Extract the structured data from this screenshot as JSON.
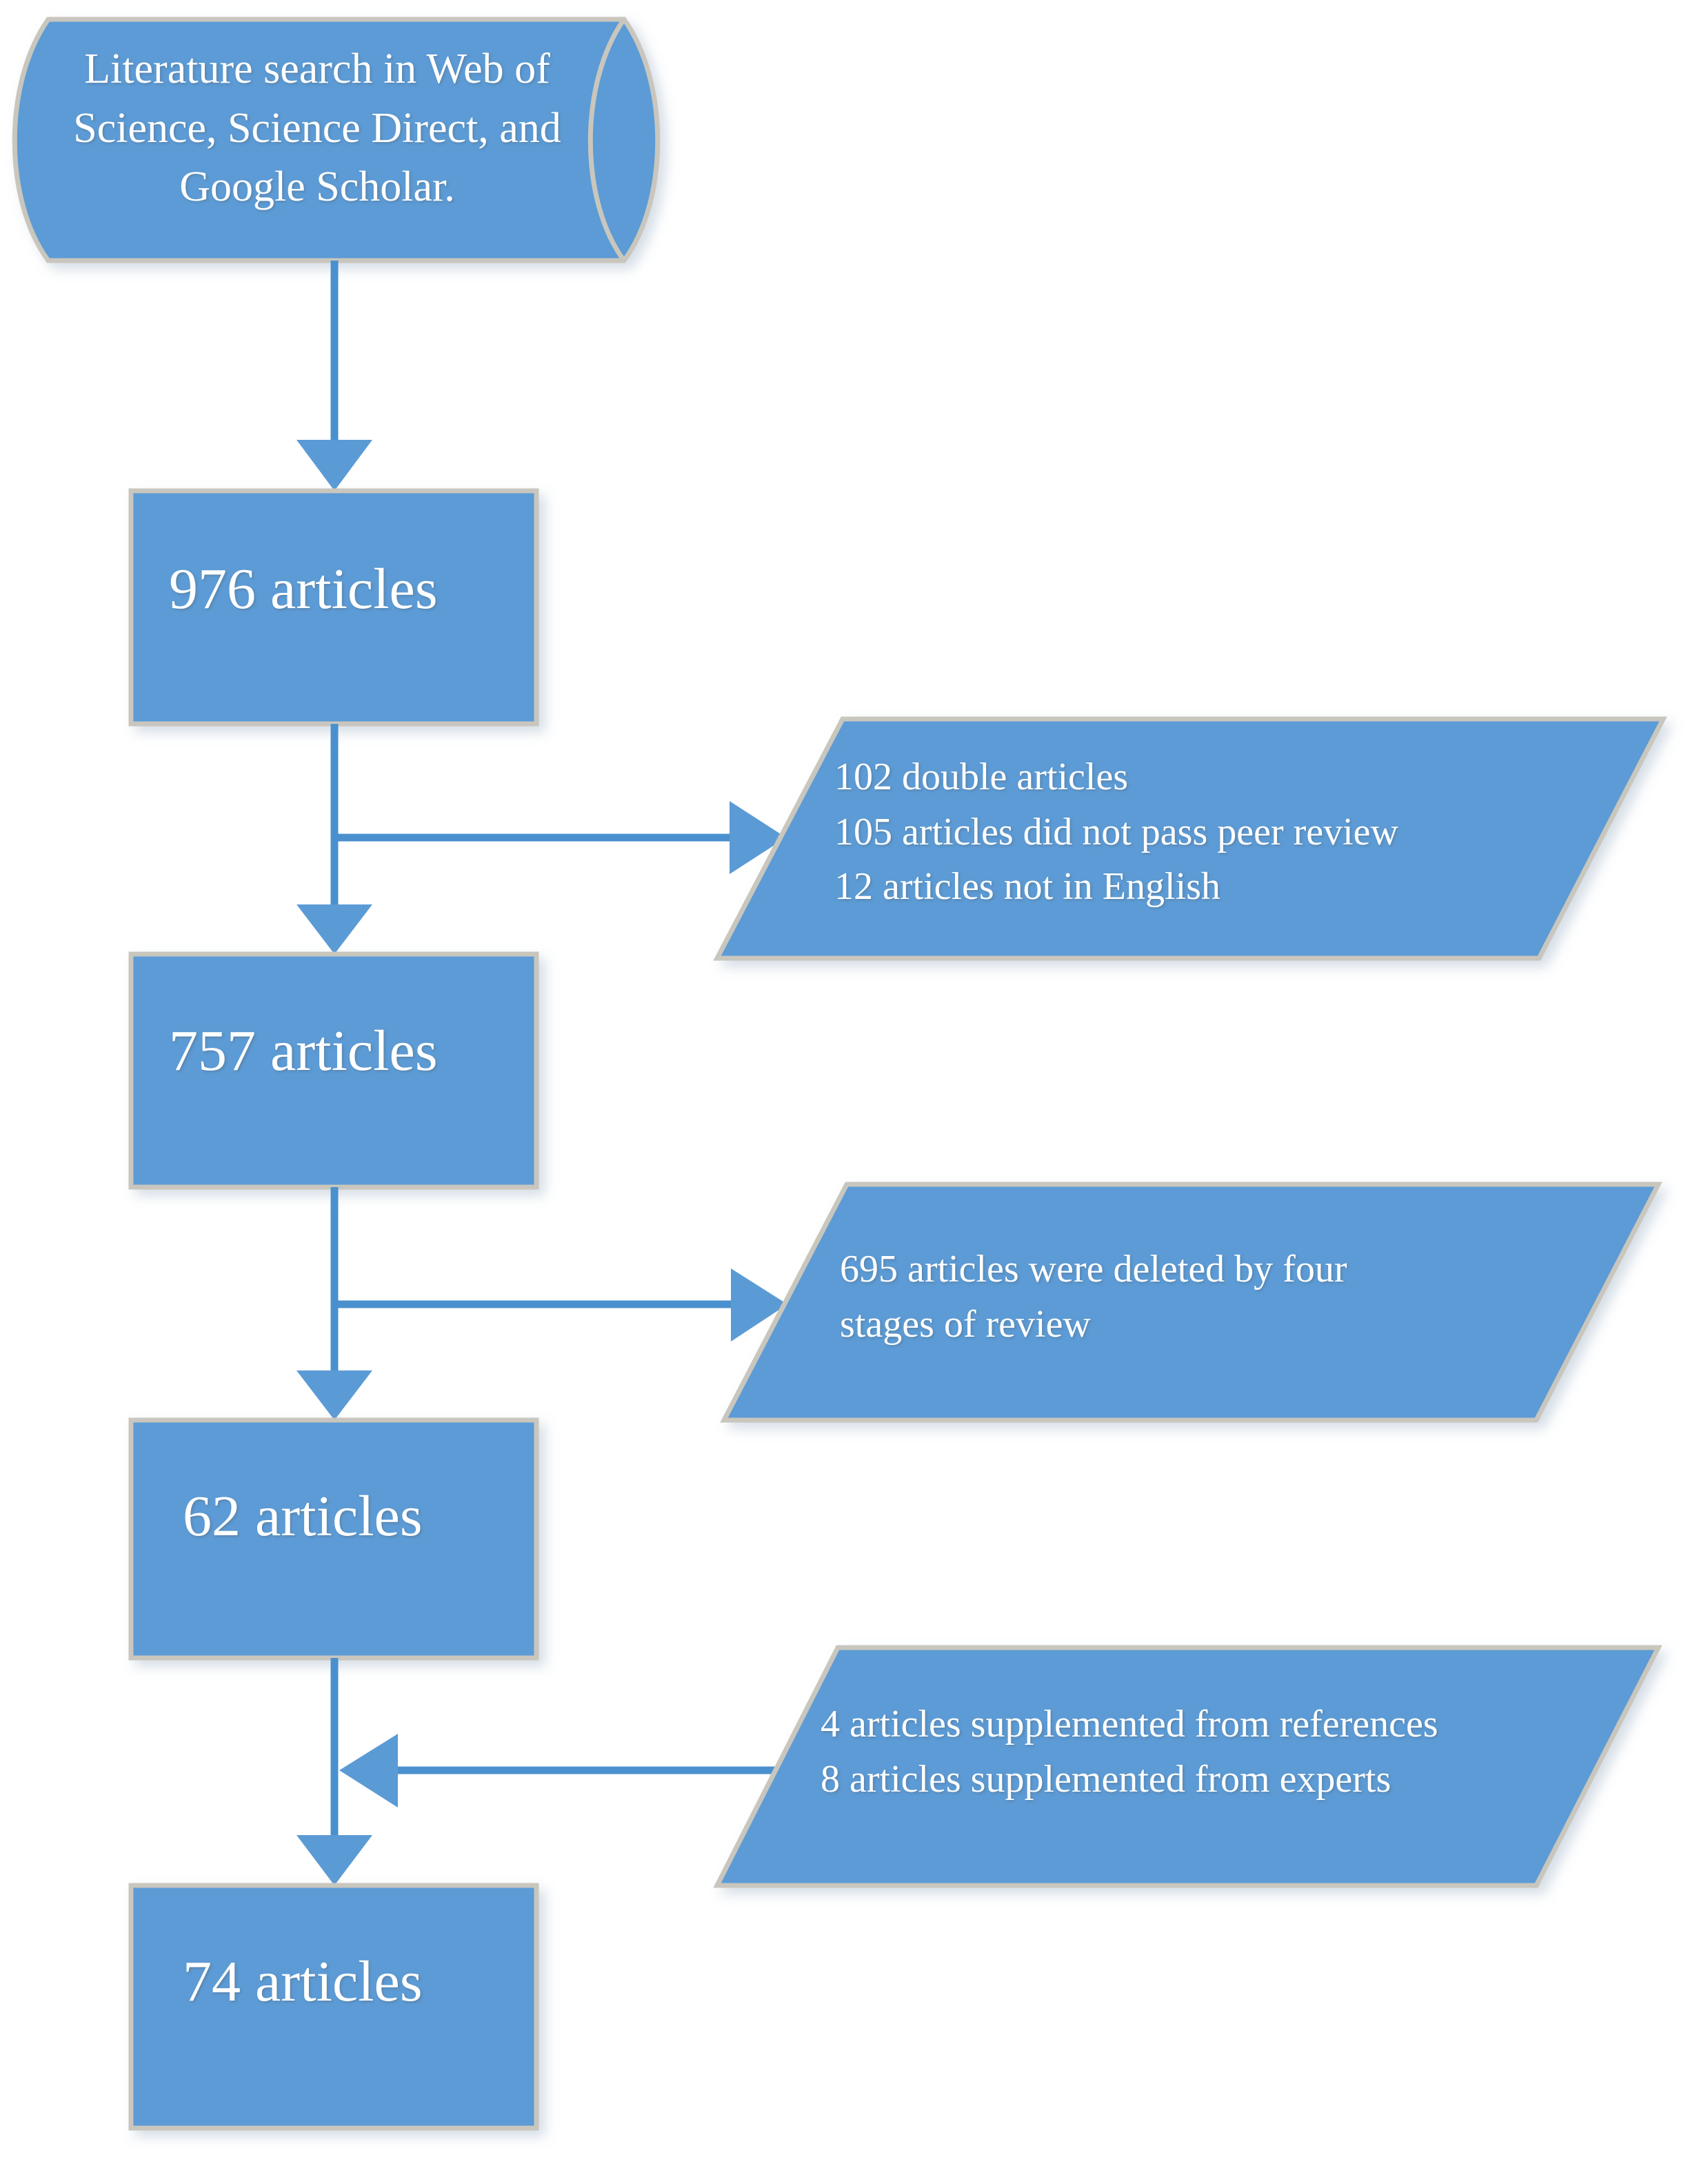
{
  "diagram": {
    "title": "Literature selection flowchart",
    "colors": {
      "shape_fill": "#5B9BD5",
      "shape_fill_light": "#76A9DB",
      "shape_outline": "#C9C6BE",
      "connector": "#4A90CE",
      "text": "#FFFFFF",
      "background": "#FFFFFF"
    },
    "source_node": {
      "shape": "cylinder",
      "text": "Literature search in Web of Science, Science Direct, and Google Scholar."
    },
    "process_nodes": [
      {
        "id": "n976",
        "shape": "rectangle",
        "text": "976 articles"
      },
      {
        "id": "n757",
        "shape": "rectangle",
        "text": "757 articles"
      },
      {
        "id": "n62",
        "shape": "rectangle",
        "text": "62 articles"
      },
      {
        "id": "n74",
        "shape": "rectangle",
        "text": "74 articles"
      }
    ],
    "side_nodes": [
      {
        "id": "excluded1",
        "shape": "parallelogram",
        "direction": "out",
        "lines": [
          "102 double articles",
          "105 articles did not pass peer review",
          "12 articles not in English"
        ],
        "text": "102 double articles\n105 articles did not pass peer review\n12 articles not in English"
      },
      {
        "id": "excluded2",
        "shape": "parallelogram",
        "direction": "out",
        "lines": [
          "695 articles were deleted by four",
          "stages of review"
        ],
        "text": "695 articles were deleted by four\nstages of review"
      },
      {
        "id": "added1",
        "shape": "parallelogram",
        "direction": "in",
        "lines": [
          "4 articles supplemented from references",
          "8 articles supplemented from experts"
        ],
        "text": "4 articles supplemented from references\n8 articles supplemented from experts"
      }
    ],
    "connectors": [
      {
        "from": "source_node",
        "to": "n976",
        "type": "arrow-down"
      },
      {
        "from": "n976",
        "to": "excluded1",
        "type": "arrow-right"
      },
      {
        "from": "n976",
        "to": "n757",
        "type": "arrow-down"
      },
      {
        "from": "n757",
        "to": "excluded2",
        "type": "arrow-right"
      },
      {
        "from": "n757",
        "to": "n62",
        "type": "arrow-down"
      },
      {
        "from": "added1",
        "to": "n62-n74-line",
        "type": "arrow-left"
      },
      {
        "from": "n62",
        "to": "n74",
        "type": "arrow-down"
      }
    ]
  }
}
